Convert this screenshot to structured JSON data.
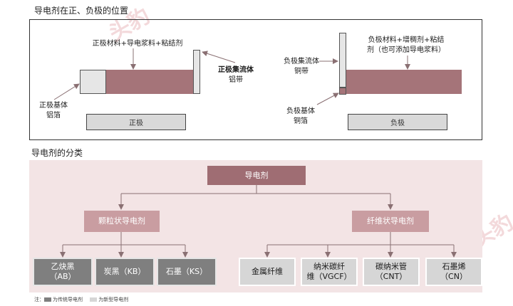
{
  "section1_title": "导电剂在正、负极的位置",
  "section2_title": "导电剂的分类",
  "positive": {
    "material_label": "正极材料+导电浆料+粘结剂",
    "collector_label_line1": "正极集流体",
    "collector_label_line2": "铝带",
    "substrate_label_line1": "正极基体",
    "substrate_label_line2": "铝箔",
    "caption": "正极"
  },
  "negative": {
    "material_label_line1": "负极材料+增稠剂+粘结",
    "material_label_line2": "剂（也可添加导电浆料）",
    "collector_label_line1": "负极集流体",
    "collector_label_line2": "铜带",
    "substrate_label_line1": "负极基体",
    "substrate_label_line2": "铜箔",
    "caption": "负极"
  },
  "tree": {
    "root": "导电剂",
    "branch_left": "颗粒状导电剂",
    "branch_right": "纤维状导电剂",
    "leaves": [
      {
        "line1": "乙炔黑",
        "line2": "（AB）",
        "kind": "traditional"
      },
      {
        "line1": "炭黑（KB）",
        "line2": "",
        "kind": "traditional"
      },
      {
        "line1": "石墨（KS）",
        "line2": "",
        "kind": "traditional"
      },
      {
        "line1": "金属纤维",
        "line2": "",
        "kind": "new"
      },
      {
        "line1": "纳米碳纤",
        "line2": "维（VGCF）",
        "kind": "new"
      },
      {
        "line1": "碳纳米管",
        "line2": "（CNT）",
        "kind": "new"
      },
      {
        "line1": "石墨烯",
        "line2": "（CN）",
        "kind": "new"
      }
    ]
  },
  "legend": {
    "prefix": "注：",
    "traditional": "为传统导电剂",
    "new": "为新型导电剂"
  },
  "colors": {
    "electrode_fill": "#a57479",
    "root_fill": "#9f6d73",
    "branch_fill": "#c99da1",
    "traditional_fill": "#7f7f7f",
    "new_fill": "#d6d6d6",
    "background_tint": "#f3e4e5",
    "watermark": "#f0cfd1"
  }
}
